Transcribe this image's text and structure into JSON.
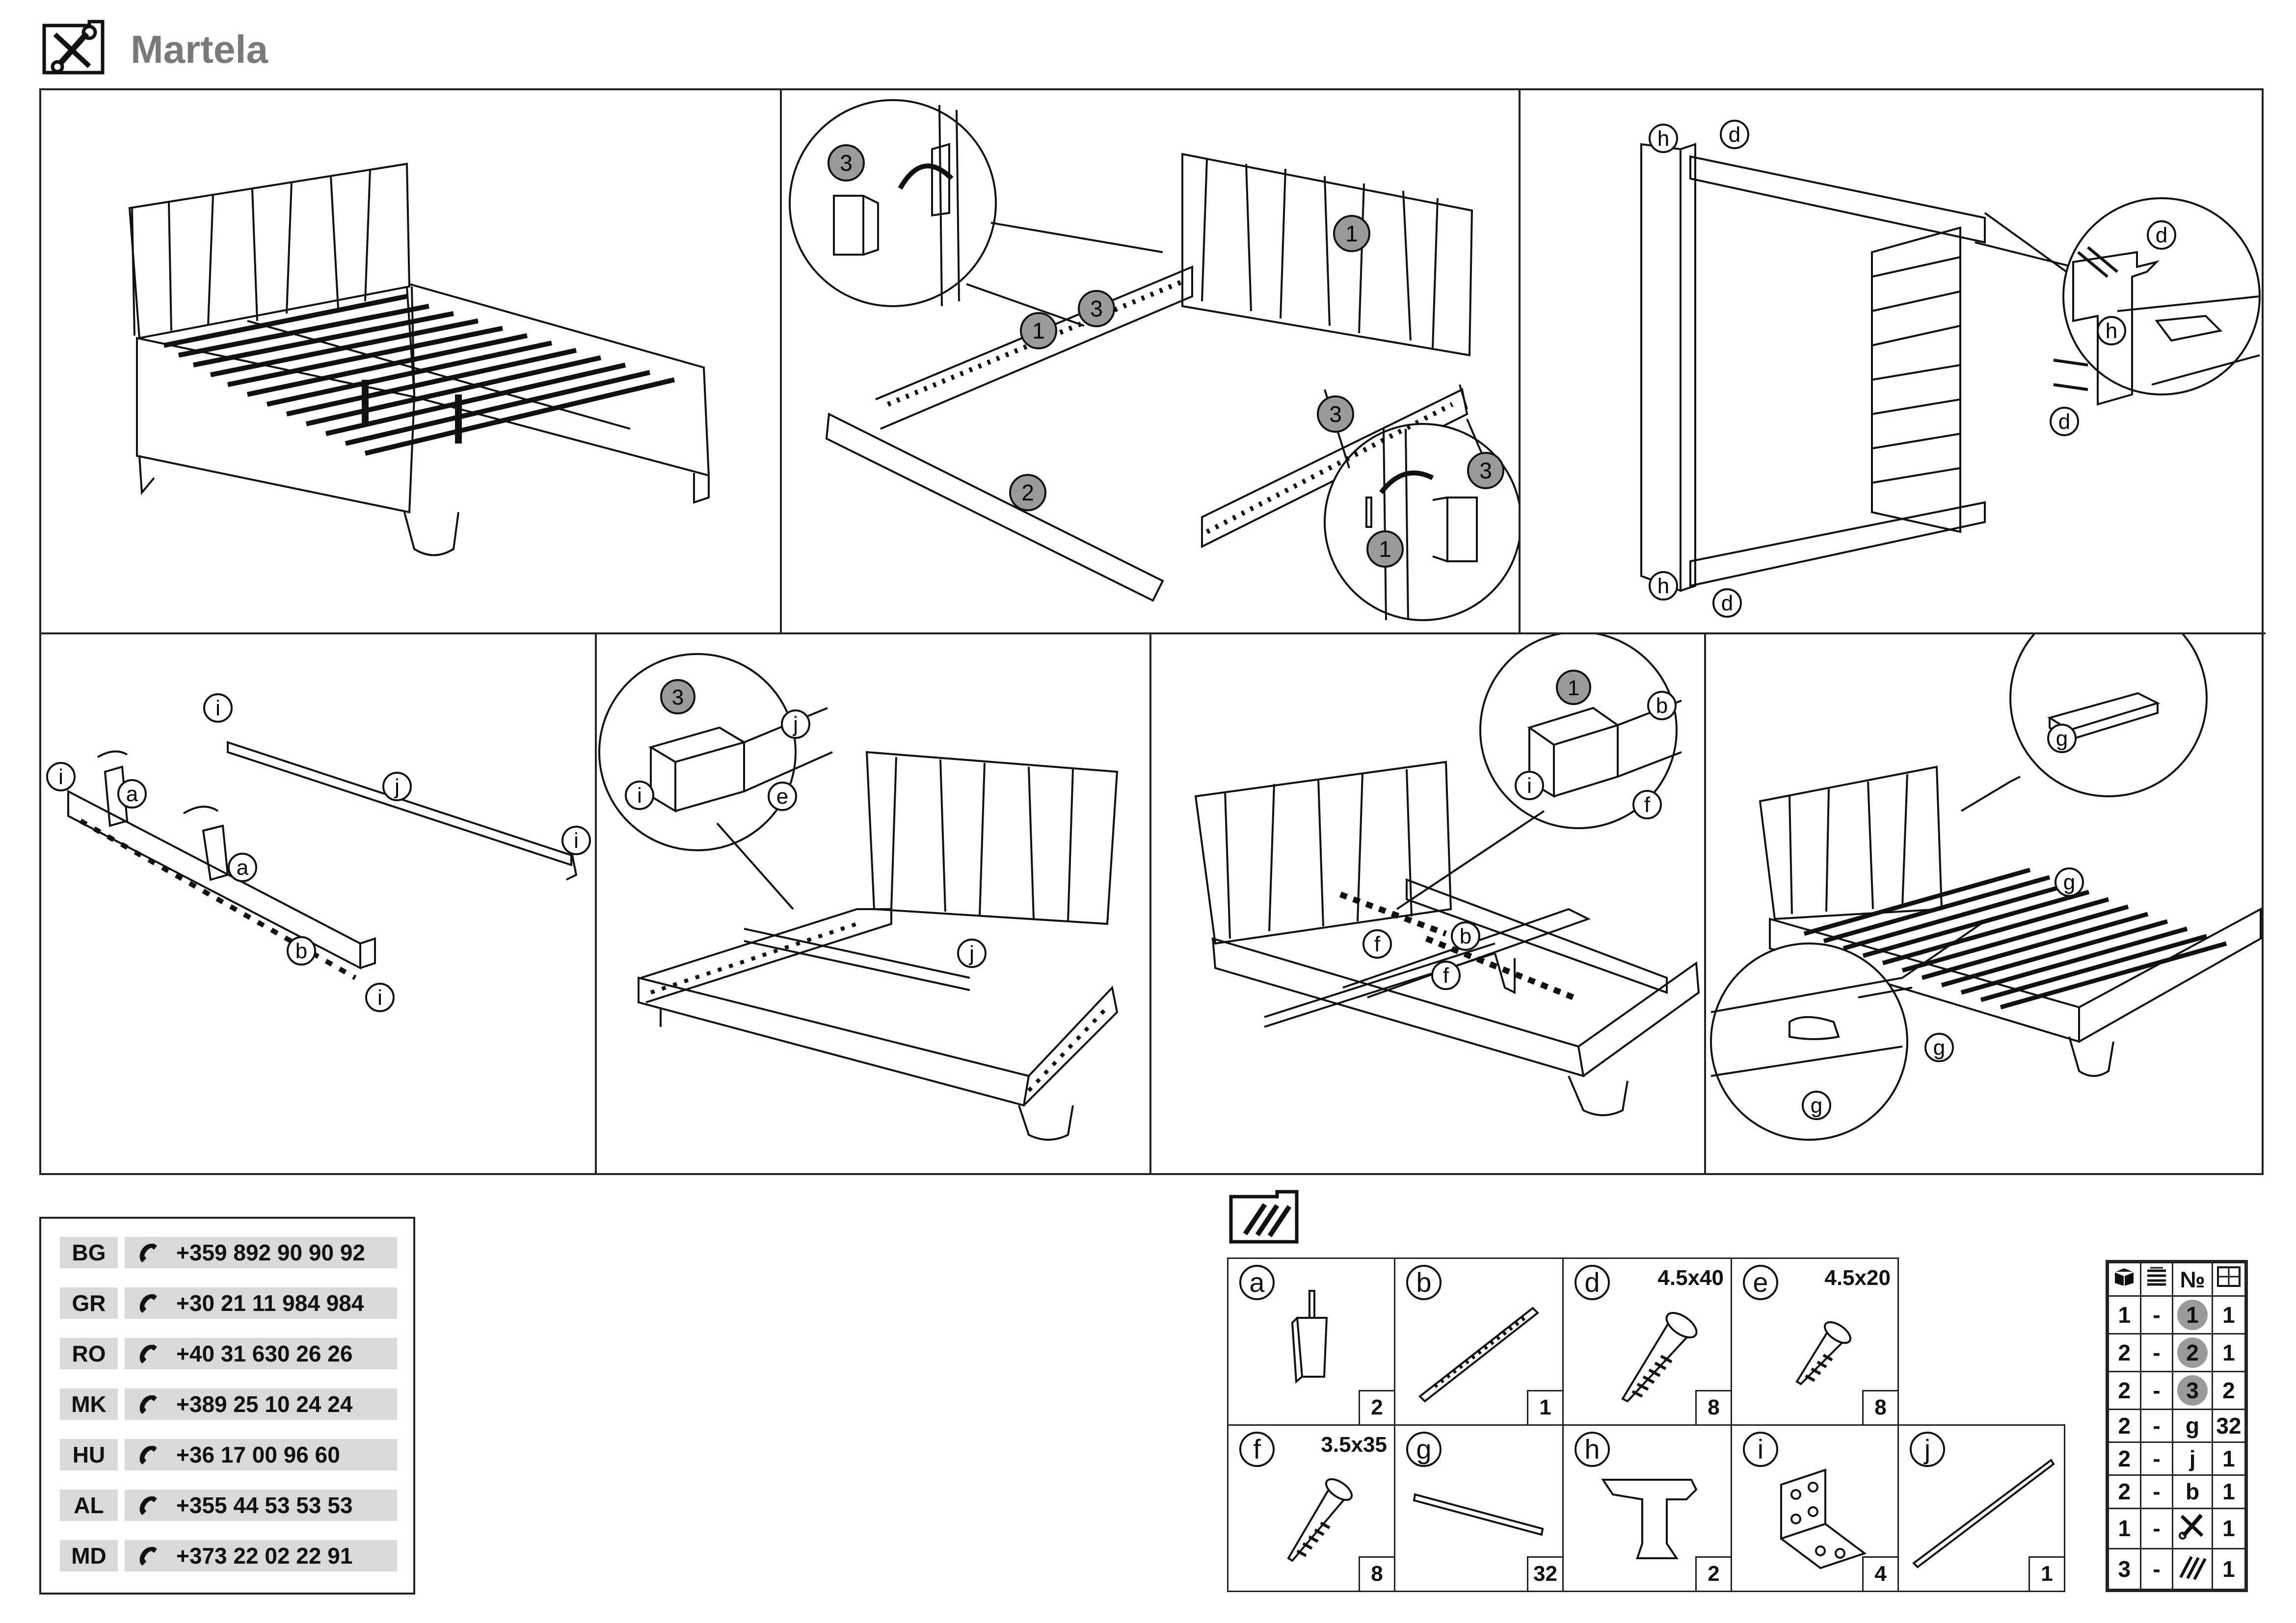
{
  "header": {
    "title": "Martela"
  },
  "steps": {
    "s2": {
      "p1": "3",
      "p2": "1",
      "p3": "3",
      "p4": "1",
      "p5": "2",
      "p6": "3",
      "p7": "3",
      "p8": "1"
    },
    "s3": {
      "h1": "h",
      "d1": "d",
      "d2": "d",
      "h2": "h",
      "d3": "d",
      "h3": "h",
      "d4": "d"
    },
    "s4": {
      "i1": "i",
      "a1": "a",
      "a2": "a",
      "i2": "i",
      "j": "j",
      "i3": "i",
      "b": "b",
      "i4": "i"
    },
    "s5": {
      "n3": "3",
      "j1": "j",
      "i": "i",
      "e": "e",
      "j2": "j"
    },
    "s6": {
      "n1": "1",
      "b1": "b",
      "i": "i",
      "f1": "f",
      "f2": "f",
      "b2": "b",
      "f3": "f"
    },
    "s7": {
      "g1": "g",
      "g2": "g",
      "g3": "g",
      "g4": "g"
    }
  },
  "contacts": [
    {
      "code": "BG",
      "phone": "+359 892 90 90 92"
    },
    {
      "code": "GR",
      "phone": "+30 21 11 984 984"
    },
    {
      "code": "RO",
      "phone": "+40 31 630 26 26"
    },
    {
      "code": "MK",
      "phone": "+389 25 10 24 24"
    },
    {
      "code": "HU",
      "phone": "+36 17 00 96 60"
    },
    {
      "code": "AL",
      "phone": "+355 44 53 53 53"
    },
    {
      "code": "MD",
      "phone": "+373 22 02 22 91"
    }
  ],
  "parts": [
    {
      "letter": "a",
      "size": "",
      "qty": "2"
    },
    {
      "letter": "b",
      "size": "",
      "qty": "1"
    },
    {
      "letter": "d",
      "size": "4.5x40",
      "qty": "8"
    },
    {
      "letter": "e",
      "size": "4.5x20",
      "qty": "8"
    },
    {
      "letter": "f",
      "size": "3.5x35",
      "qty": "8"
    },
    {
      "letter": "g",
      "size": "",
      "qty": "32"
    },
    {
      "letter": "h",
      "size": "",
      "qty": "2"
    },
    {
      "letter": "i",
      "size": "",
      "qty": "4"
    },
    {
      "letter": "j",
      "size": "",
      "qty": "1"
    }
  ],
  "packing": {
    "headers": [
      "box-icon",
      "layers-icon",
      "№",
      "qty-grid-icon"
    ],
    "rows": [
      {
        "box": "1",
        "dash": "-",
        "item": "1",
        "qty": "1"
      },
      {
        "box": "2",
        "dash": "-",
        "item": "2",
        "qty": "1"
      },
      {
        "box": "2",
        "dash": "-",
        "item": "3",
        "qty": "2"
      },
      {
        "box": "2",
        "dash": "-",
        "item": "g",
        "qty": "32"
      },
      {
        "box": "2",
        "dash": "-",
        "item": "j",
        "qty": "1"
      },
      {
        "box": "2",
        "dash": "-",
        "item": "b",
        "qty": "1"
      },
      {
        "box": "1",
        "dash": "-",
        "item": "tools-icon",
        "qty": "1"
      },
      {
        "box": "3",
        "dash": "-",
        "item": "screws-icon",
        "qty": "1"
      }
    ]
  }
}
